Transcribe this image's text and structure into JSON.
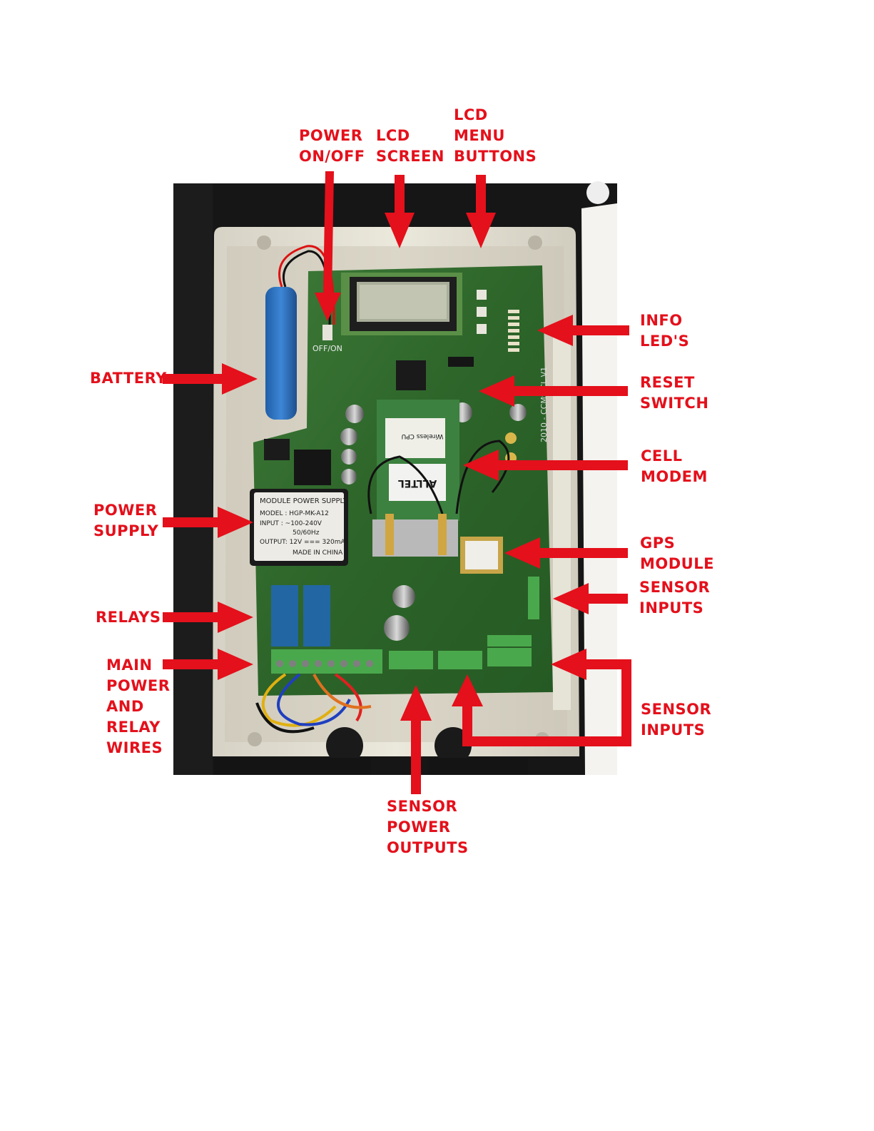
{
  "labels": {
    "power_on_off": [
      "POWER",
      "ON/OFF"
    ],
    "lcd_screen": [
      "LCD",
      "SCREEN"
    ],
    "lcd_menu_buttons": [
      "LCD",
      "MENU",
      "BUTTONS"
    ],
    "info_leds": [
      "INFO",
      "LED'S"
    ],
    "battery": [
      "BATTERY"
    ],
    "reset_switch": [
      "RESET",
      "SWITCH"
    ],
    "cell_modem": [
      "CELL",
      "MODEM"
    ],
    "power_supply": [
      "POWER",
      "SUPPLY"
    ],
    "gps_module": [
      "GPS",
      "MODULE"
    ],
    "sensor_inputs_right": [
      "SENSOR",
      "INPUTS"
    ],
    "relays": [
      "RELAYS"
    ],
    "main_power_relay_wires": [
      "MAIN",
      "POWER",
      "AND",
      "RELAY",
      "WIRES"
    ],
    "sensor_inputs_bottom": [
      "SENSOR",
      "INPUTS"
    ],
    "sensor_power_outputs": [
      "SENSOR",
      "POWER",
      "OUTPUTS"
    ]
  },
  "photo": {
    "power_supply_label": [
      "MODULE POWER SUPPLY",
      "MODEL : HGP-MK-A12",
      "INPUT  : ~100-240V",
      "50/60Hz",
      "OUTPUT: 12V === 320mA",
      "MADE IN CHINA"
    ],
    "modem_label": [
      "Wireless CPU",
      "ALLTEL"
    ],
    "switch_label": "OFF/ON",
    "board_text": "2010 - CCMS CL V1"
  },
  "colors": {
    "label_red": "#e4101b",
    "pcb_green": "#2f6b2c",
    "enclosure": "#e4e0d3"
  }
}
